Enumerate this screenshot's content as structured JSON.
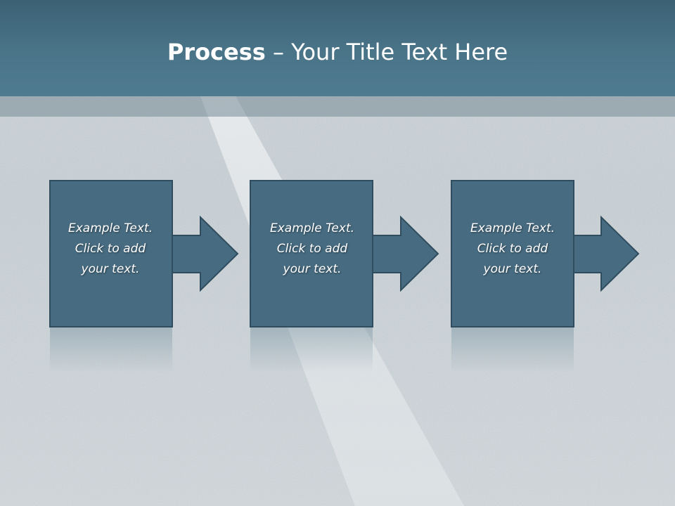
{
  "slide": {
    "title_bold": "Process",
    "title_rest": " – Your Title Text Here"
  },
  "steps": [
    {
      "line1": "Example Text.",
      "line2": "Click  to add",
      "line3": "your text."
    },
    {
      "line1": "Example Text.",
      "line2": "Click  to add",
      "line3": "your text."
    },
    {
      "line1": "Example Text.",
      "line2": "Click  to add",
      "line3": "your text."
    }
  ],
  "colors": {
    "header": "#4a7488",
    "shape_fill": "#476b80",
    "shape_stroke": "#2f4d5e",
    "background": "#c8cfd4"
  }
}
